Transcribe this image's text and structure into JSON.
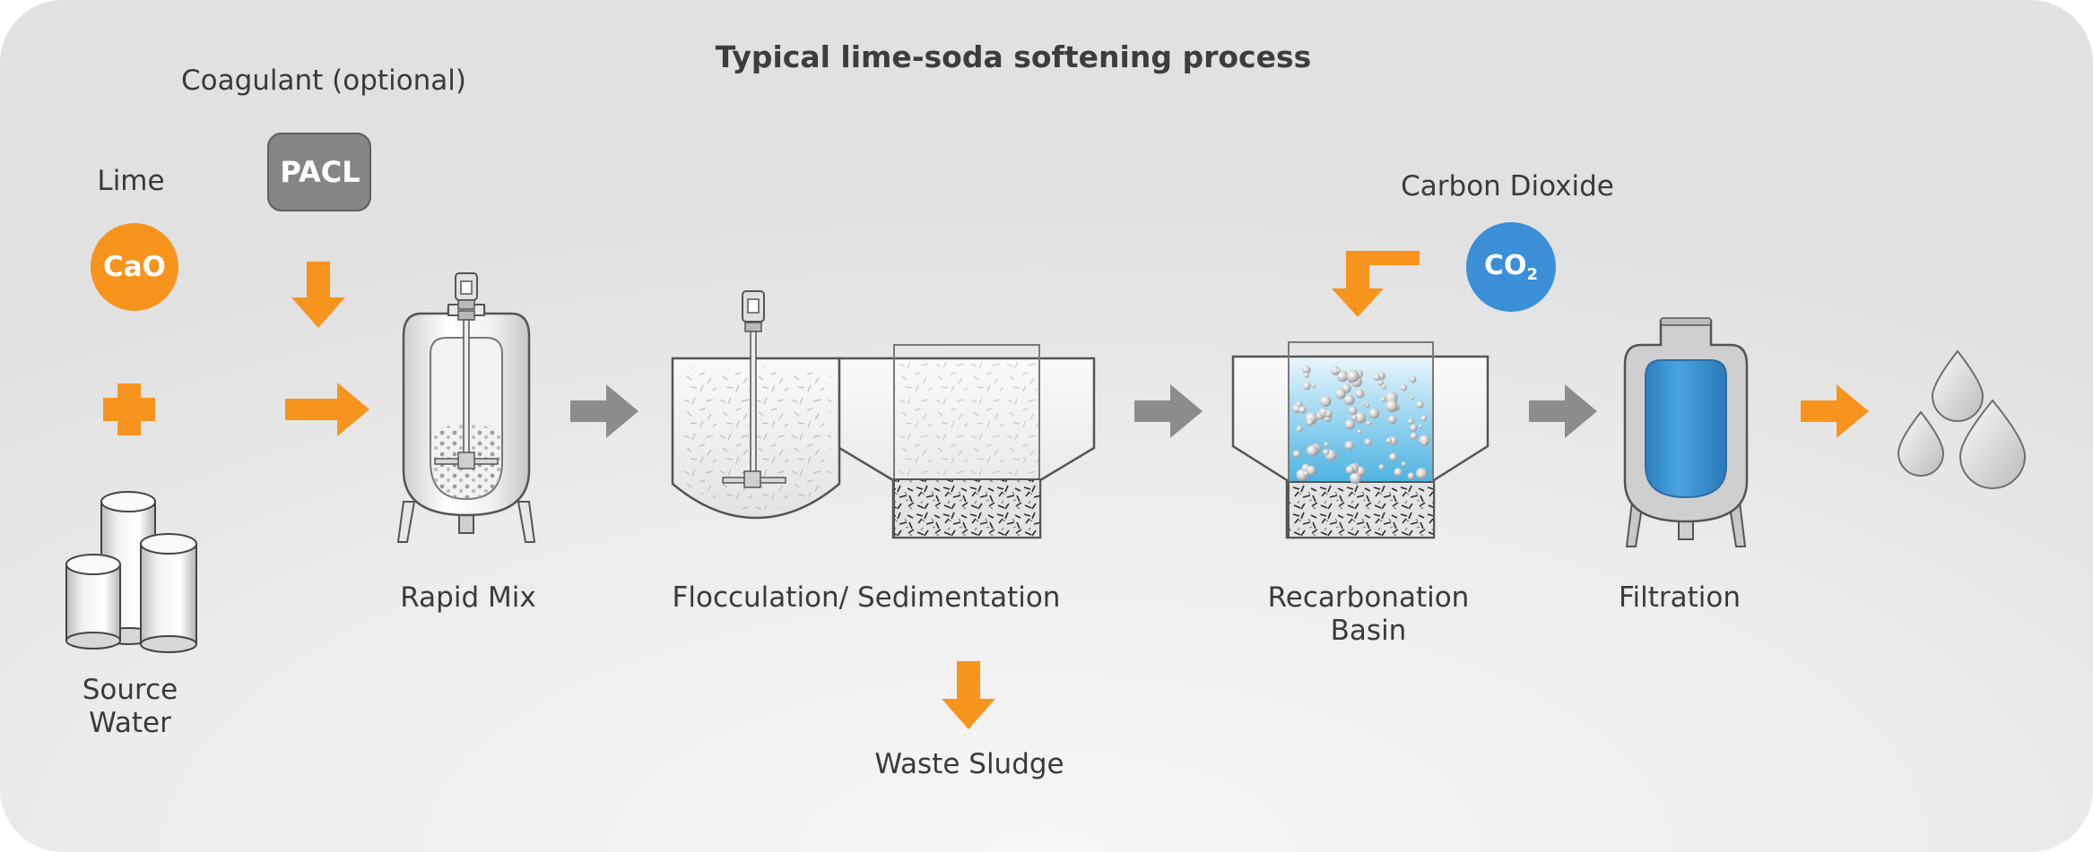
{
  "title": "Typical lime-soda softening process",
  "chemicals": {
    "coagulant": {
      "label": "Coagulant (optional)",
      "chip": "PACL"
    },
    "lime": {
      "label": "Lime",
      "chip": "CaO"
    },
    "carbon_dioxide": {
      "label": "Carbon Dioxide",
      "chip_main": "CO",
      "chip_sub": "2"
    }
  },
  "stages": {
    "source": {
      "line1": "Source",
      "line2": "Water"
    },
    "rapid_mix": "Rapid Mix",
    "flocculation": "Flocculation/ Sedimentation",
    "waste": "Waste Sludge",
    "recarbonation": {
      "line1": "Recarbonation",
      "line2": "Basin"
    },
    "filtration": "Filtration"
  },
  "colors": {
    "accent_orange": "#f7941d",
    "flow_gray": "#8c8c8c",
    "co2_blue": "#3a8fd6",
    "pacl_gray": "#858585",
    "filter_blue": "#3d96d6"
  }
}
